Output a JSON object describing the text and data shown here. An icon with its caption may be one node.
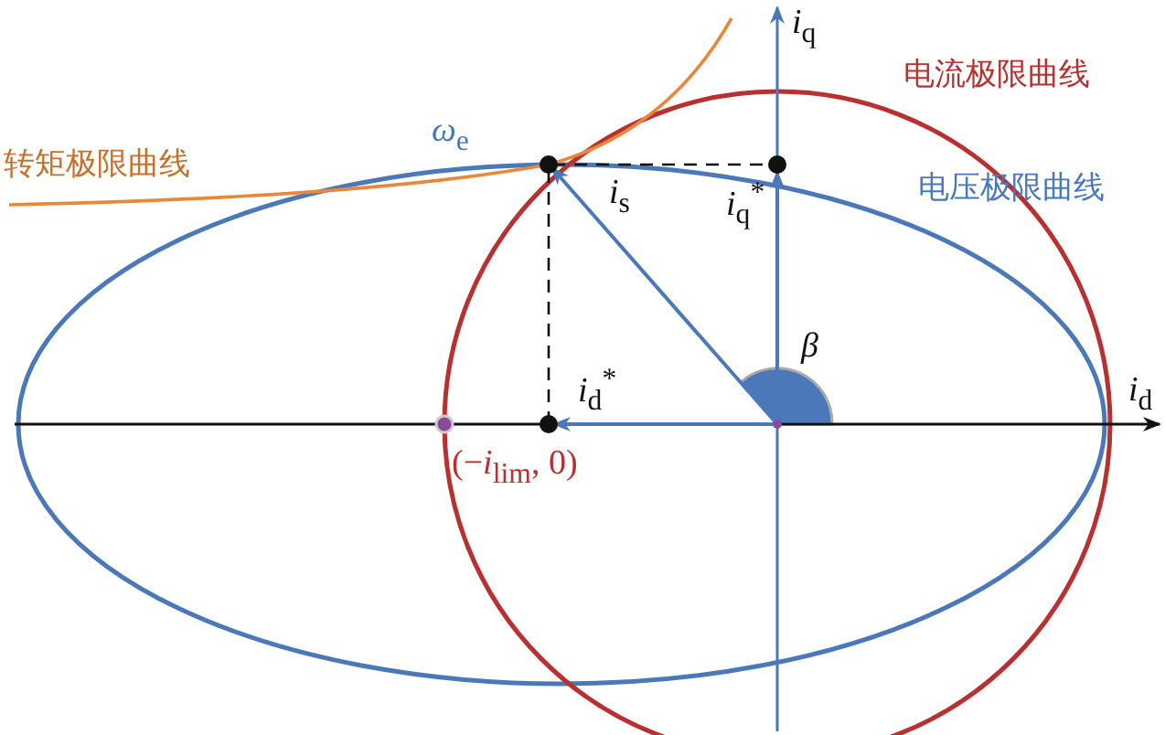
{
  "diagram": {
    "labels": [
      "*i*$_{q}$",
      "电流极限曲线",
      "转矩极限曲线",
      "*ω*$_{e}$",
      "电压极限曲线",
      "*i*$_{s}$",
      "*i*$_{q}$$^{*}$",
      "*β*",
      "*i*$_{d}$$^{*}$",
      "*i*$_{d}$",
      "(−*i*$_{lim}$, 0)"
    ]
  }
}
